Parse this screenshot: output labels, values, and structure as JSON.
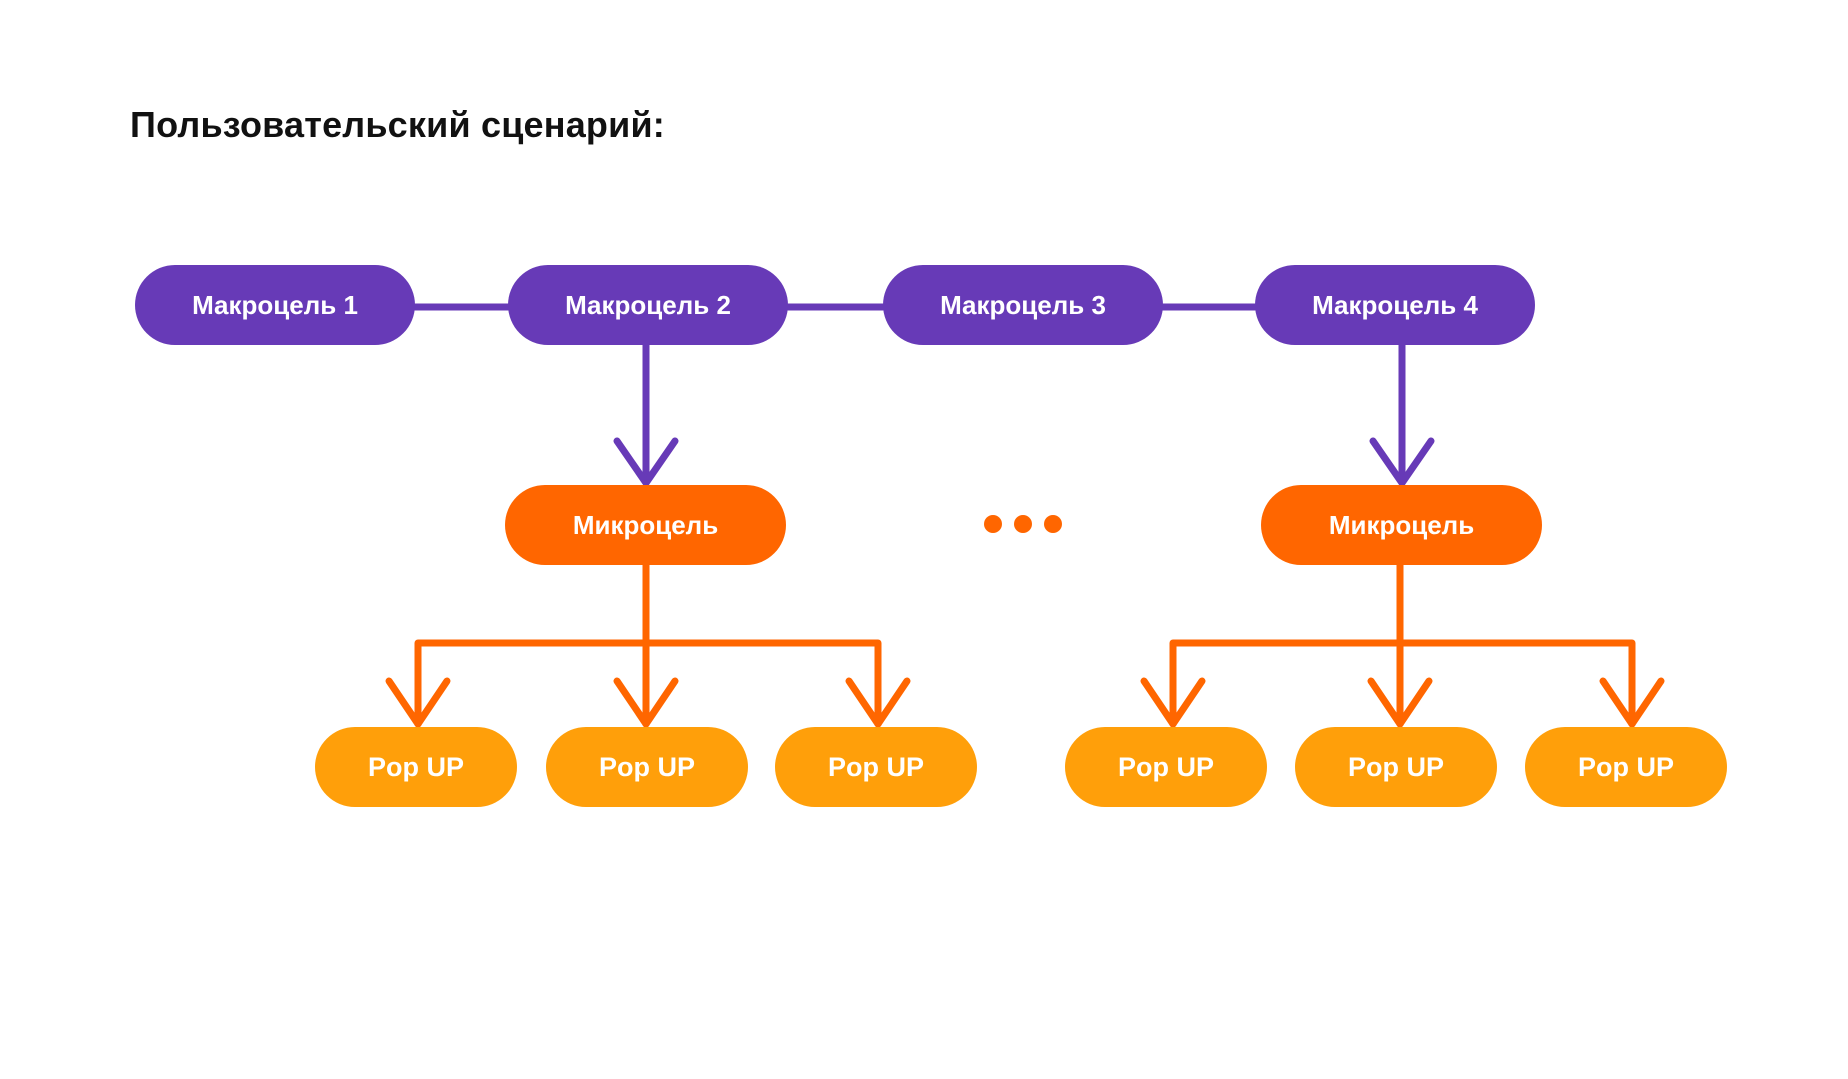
{
  "title": "Пользовательский сценарий:",
  "colors": {
    "macro": "#673ab7",
    "micro": "#ff6600",
    "popup": "#ff9f0a",
    "title": "#111111",
    "background": "#ffffff"
  },
  "macro_goals": [
    {
      "label": "Макроцель 1"
    },
    {
      "label": "Макроцель 2"
    },
    {
      "label": "Макроцель 3"
    },
    {
      "label": "Макроцель 4"
    }
  ],
  "micro_goals": [
    {
      "label": "Микроцель",
      "parent": "Макроцель 2"
    },
    {
      "label": "Микроцель",
      "parent": "Макроцель 4"
    }
  ],
  "popups": [
    {
      "label": "Pop UP",
      "parent_micro": 0
    },
    {
      "label": "Pop UP",
      "parent_micro": 0
    },
    {
      "label": "Pop UP",
      "parent_micro": 0
    },
    {
      "label": "Pop UP",
      "parent_micro": 1
    },
    {
      "label": "Pop UP",
      "parent_micro": 1
    },
    {
      "label": "Pop UP",
      "parent_micro": 1
    }
  ],
  "ellipsis": "continuation-dots"
}
